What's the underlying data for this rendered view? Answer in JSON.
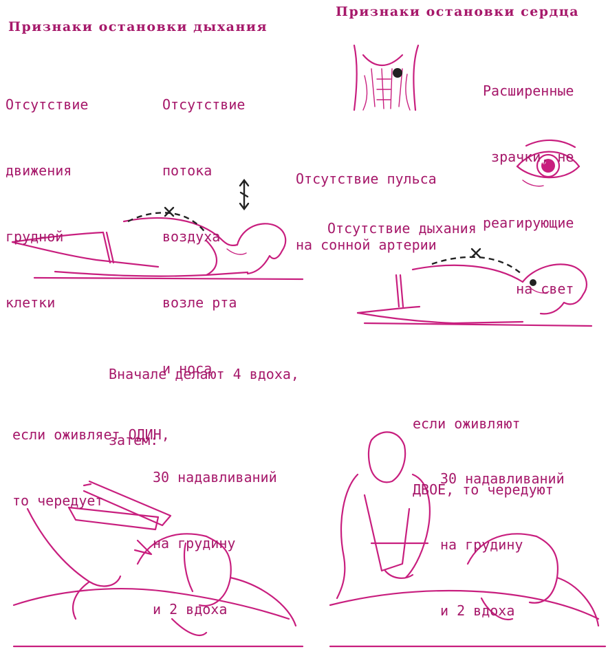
{
  "breathing_signs": {
    "title": "Признаки остановки дыхания",
    "chest_movement": [
      "Отсутствие",
      "движения",
      "грудной",
      "клетки"
    ],
    "airflow": [
      "Отсутствие",
      "потока",
      "воздуха",
      "возле рта",
      "и носа"
    ]
  },
  "cardiac_signs": {
    "title": "Признаки остановки сердца",
    "pupils": [
      "Расширенные",
      "зрачки, не",
      "реагирующие",
      "на свет"
    ],
    "pulse": [
      "Отсутствие пульса",
      "на сонной артерии"
    ],
    "breathing": "Отсутствие дыхания"
  },
  "procedure": {
    "intro": [
      "Вначале делают 4 вдоха,",
      "затем:"
    ],
    "one_rescuer": [
      "если оживляет ОДИН,",
      "то чередует"
    ],
    "one_rescuer_steps": [
      "30 надавливаний",
      "на грудину",
      "и 2 вдоха"
    ],
    "two_rescuers": [
      "если оживляют",
      "ДВОЕ, то чередуют"
    ],
    "two_rescuers_steps": [
      "30 надавливаний",
      "на грудину",
      "и 2 вдоха"
    ]
  },
  "colors": {
    "text": "#a6186a",
    "ink": "#c81e7e",
    "marker": "#222222"
  }
}
